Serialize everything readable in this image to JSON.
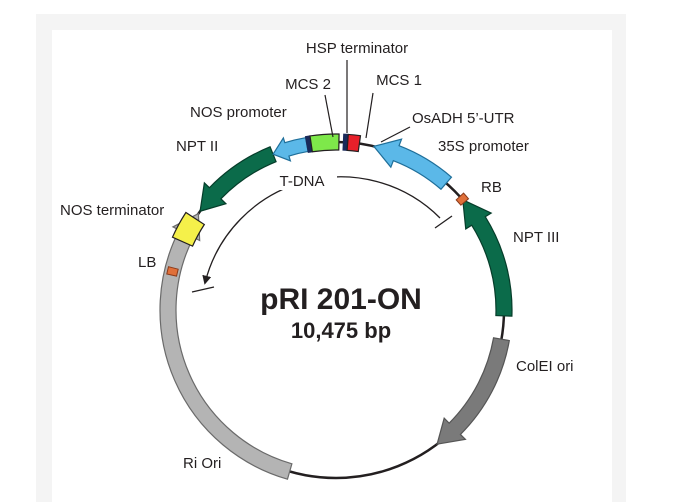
{
  "plasmid": {
    "name": "pRI 201-ON",
    "size": "10,475 bp"
  },
  "features": {
    "hsp_terminator": "HSP terminator",
    "mcs2": "MCS 2",
    "mcs1": "MCS 1",
    "nos_promoter": "NOS promoter",
    "osadh_utr": "OsADH 5’-UTR",
    "npt2": "NPT II",
    "promoter_35s": "35S promoter",
    "tdna": "T-DNA",
    "rb": "RB",
    "nos_terminator": "NOS terminator",
    "npt3": "NPT III",
    "lb": "LB",
    "colei_ori": "ColEI ori",
    "ri_ori": "Ri Ori"
  },
  "colors": {
    "green_dark": "#0b6b4a",
    "light_blue": "#5bb8e8",
    "light_green": "#7ee84a",
    "red": "#e8202a",
    "yellow": "#f5f04a",
    "orange_border": "#e0703a",
    "gray_light": "#b4b4b4",
    "gray_dark": "#7a7a7a"
  }
}
